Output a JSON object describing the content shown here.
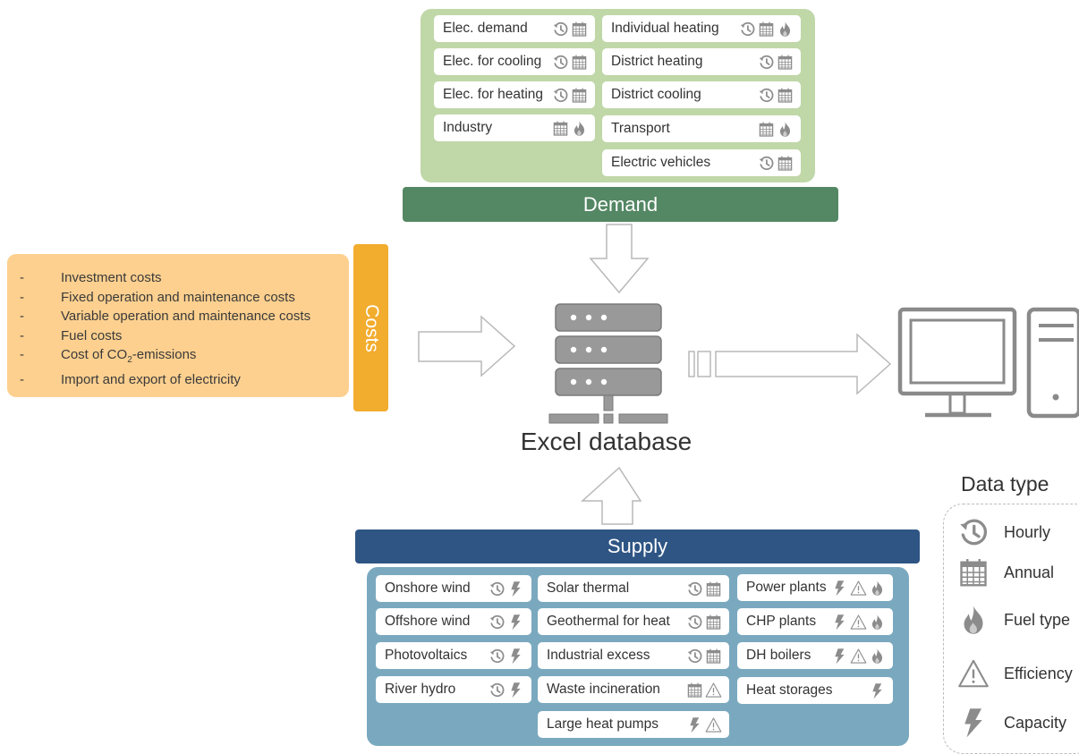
{
  "demand": {
    "title": "Demand",
    "items": [
      {
        "label": "Elec. demand",
        "icons": [
          "hourly",
          "annual"
        ]
      },
      {
        "label": "Individual heating",
        "icons": [
          "hourly",
          "annual",
          "fuel"
        ]
      },
      {
        "label": "Elec. for cooling",
        "icons": [
          "hourly",
          "annual"
        ]
      },
      {
        "label": "District heating",
        "icons": [
          "hourly",
          "annual"
        ]
      },
      {
        "label": "Elec. for heating",
        "icons": [
          "hourly",
          "annual"
        ]
      },
      {
        "label": "District cooling",
        "icons": [
          "hourly",
          "annual"
        ]
      },
      {
        "label": "Industry",
        "icons": [
          "annual",
          "fuel"
        ]
      },
      {
        "label": "Transport",
        "icons": [
          "annual",
          "fuel"
        ]
      },
      {
        "label": "Electric vehicles",
        "icons": [
          "hourly",
          "annual"
        ]
      }
    ]
  },
  "costs": {
    "title": "Costs",
    "dash": "-",
    "items": [
      {
        "text": "Investment costs"
      },
      {
        "text": "Fixed operation and maintenance costs"
      },
      {
        "text": "Variable operation and maintenance costs"
      },
      {
        "text": "Fuel costs"
      },
      {
        "text": "Cost of CO",
        "sub": "2",
        "after": "-emissions"
      },
      {
        "text": "Import and export of electricity"
      }
    ]
  },
  "center": {
    "label": "Excel database"
  },
  "supply": {
    "title": "Supply",
    "items": [
      {
        "label": "Onshore wind",
        "icons": [
          "hourly",
          "capacity"
        ]
      },
      {
        "label": "Solar thermal",
        "icons": [
          "hourly",
          "annual"
        ]
      },
      {
        "label": "Power plants",
        "icons": [
          "capacity",
          "efficiency",
          "fuel"
        ]
      },
      {
        "label": "Offshore wind",
        "icons": [
          "hourly",
          "capacity"
        ]
      },
      {
        "label": "Geothermal for heat",
        "icons": [
          "hourly",
          "annual"
        ]
      },
      {
        "label": "CHP plants",
        "icons": [
          "capacity",
          "efficiency",
          "fuel"
        ]
      },
      {
        "label": "Photovoltaics",
        "icons": [
          "hourly",
          "capacity"
        ]
      },
      {
        "label": "Industrial excess",
        "icons": [
          "hourly",
          "annual"
        ]
      },
      {
        "label": "DH boilers",
        "icons": [
          "capacity",
          "efficiency",
          "fuel"
        ]
      },
      {
        "label": "River hydro",
        "icons": [
          "hourly",
          "capacity"
        ]
      },
      {
        "label": "Waste incineration",
        "icons": [
          "annual",
          "efficiency"
        ]
      },
      {
        "label": "Heat storages",
        "icons": [
          "capacity"
        ]
      },
      {
        "label": "Large heat pumps",
        "icons": [
          "capacity",
          "efficiency"
        ]
      }
    ]
  },
  "legend": {
    "title": "Data type",
    "items": [
      {
        "icon": "hourly",
        "label": "Hourly"
      },
      {
        "icon": "annual",
        "label": "Annual"
      },
      {
        "icon": "fuel",
        "label": "Fuel type"
      },
      {
        "icon": "efficiency",
        "label": "Efficiency"
      },
      {
        "icon": "capacity",
        "label": "Capacity"
      }
    ]
  },
  "colors": {
    "demand_panel": "#c0d7a8",
    "demand_bar": "#548763",
    "supply_panel": "#7aa9bf",
    "supply_bar": "#2e5584",
    "costs_panel": "#fdd08f",
    "costs_bar": "#f2ac2e",
    "icon_gray": "#8c8c8c"
  }
}
